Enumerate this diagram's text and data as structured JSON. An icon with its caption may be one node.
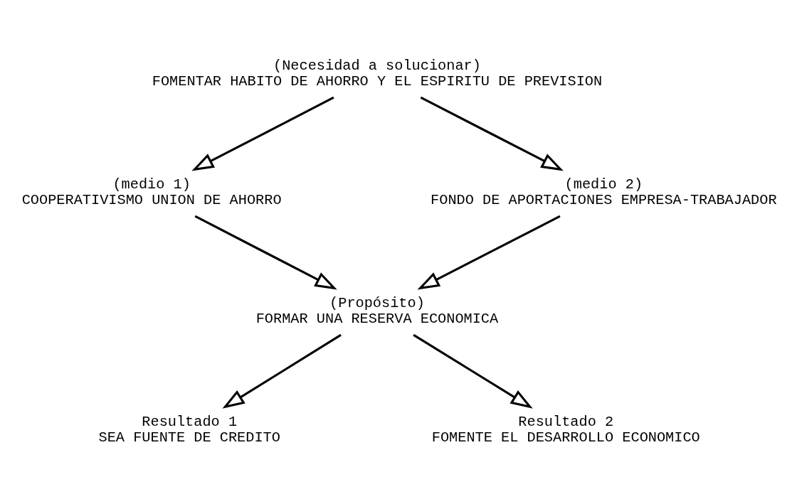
{
  "diagram": {
    "nodes": [
      {
        "text": [
          "(Necesidad a solucionar)",
          "FOMENTAR HABITO DE AHORRO Y EL ESPIRITU DE PREVISION"
        ]
      },
      {
        "text": [
          "(medio 1)",
          "COOPERATIVISMO UNION DE AHORRO"
        ]
      },
      {
        "text": [
          "(medio 2)",
          "FONDO DE APORTACIONES EMPRESA-TRABAJADOR"
        ]
      },
      {
        "text": [
          "(Propósito)",
          "FORMAR UNA RESERVA ECONOMICA"
        ]
      },
      {
        "text": [
          "Resultado 1",
          "SEA FUENTE DE CREDITO"
        ]
      },
      {
        "text": [
          "Resultado 2",
          "FOMENTE EL DESARROLLO ECONOMICO"
        ]
      }
    ],
    "edges": [
      {
        "from": 0,
        "to": 1,
        "arrow": "to"
      },
      {
        "from": 0,
        "to": 2,
        "arrow": "to"
      },
      {
        "from": 1,
        "to": 3,
        "arrow": "to"
      },
      {
        "from": 2,
        "to": 3,
        "arrow": "to"
      },
      {
        "from": 3,
        "to": 4,
        "arrow": "to"
      },
      {
        "from": 3,
        "to": 5,
        "arrow": "to"
      }
    ]
  }
}
